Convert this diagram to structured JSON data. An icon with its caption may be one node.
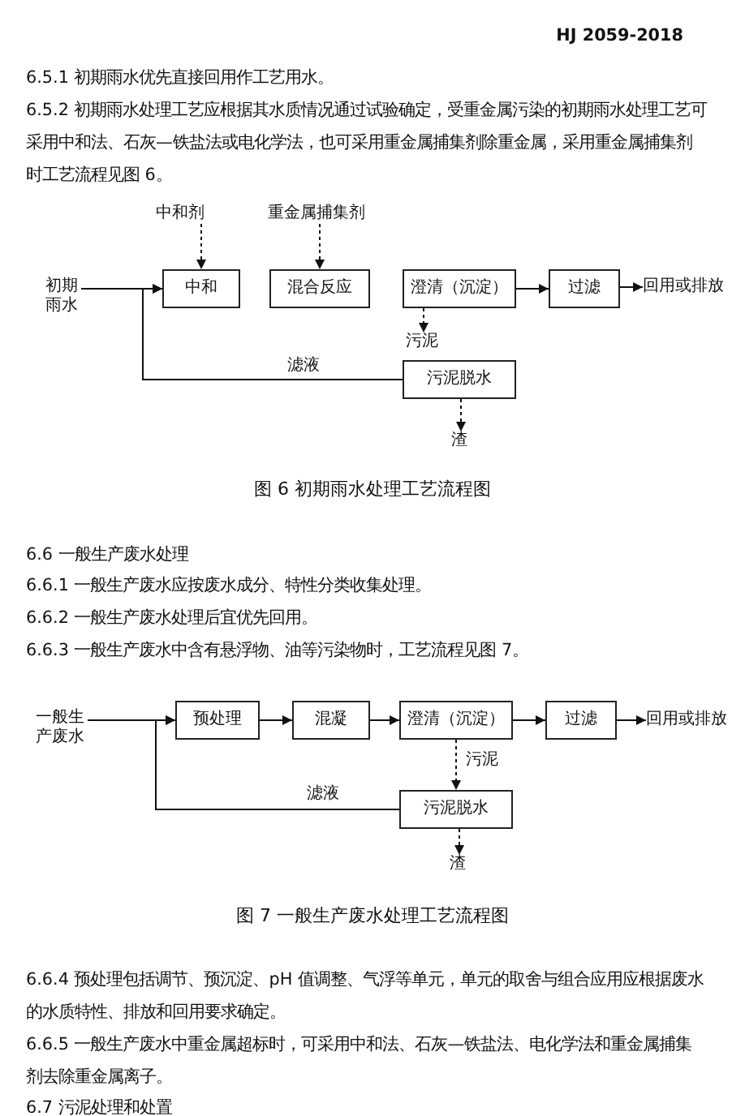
{
  "diagram": {
    "nodes": [
      {
        "text": [
          "初期雨水"
        ]
      },
      {
        "text": [
          "中和剂"
        ]
      },
      {
        "text": [
          "重金属捕集剂"
        ]
      },
      {
        "text": [
          "中和"
        ]
      },
      {
        "text": [
          "混合反应"
        ]
      },
      {
        "text": [
          "澄清（沉淀）"
        ]
      },
      {
        "text": [
          "过滤"
        ]
      },
      {
        "text": [
          "回用或排放"
        ]
      },
      {
        "text": [
          "污泥"
        ]
      },
      {
        "text": [
          "污泥脱水"
        ]
      },
      {
        "text": [
          "渣"
        ]
      },
      {
        "text": [
          "一般生产废水"
        ]
      },
      {
        "text": [
          "预处理"
        ]
      },
      {
        "text": [
          "混凝"
        ]
      },
      {
        "text": [
          "澄清（沉淀）"
        ]
      },
      {
        "text": [
          "过滤"
        ]
      },
      {
        "text": [
          "回用或排放"
        ]
      },
      {
        "text": [
          "污泥脱水"
        ]
      },
      {
        "text": [
          "渣"
        ]
      }
    ],
    "edges": [
      {
        "from": 0,
        "to": 3,
        "arrow": "to"
      },
      {
        "from": 1,
        "to": 3,
        "arrow": "to",
        "style": "dashed"
      },
      {
        "from": 2,
        "to": 4,
        "arrow": "to",
        "style": "dashed"
      },
      {
        "from": 5,
        "to": 6,
        "arrow": "to"
      },
      {
        "from": 6,
        "to": 7,
        "arrow": "to"
      },
      {
        "from": 5,
        "to": 8,
        "arrow": "to",
        "style": "dashed"
      },
      {
        "from": 9,
        "to": 3,
        "arrow": "to",
        "label": "滤液"
      },
      {
        "from": 9,
        "to": 10,
        "arrow": "to",
        "style": "dashed"
      },
      {
        "from": 11,
        "to": 12,
        "arrow": "to"
      },
      {
        "from": 12,
        "to": 13,
        "arrow": "to"
      },
      {
        "from": 13,
        "to": 14,
        "arrow": "to"
      },
      {
        "from": 14,
        "to": 15,
        "arrow": "to"
      },
      {
        "from": 15,
        "to": 16,
        "arrow": "to"
      },
      {
        "from": 14,
        "to": 17,
        "arrow": "to",
        "style": "dashed",
        "label": "污泥"
      },
      {
        "from": 17,
        "to": 12,
        "arrow": "to",
        "label": "滤液"
      },
      {
        "from": 17,
        "to": 18,
        "arrow": "to",
        "style": "dashed"
      }
    ],
    "labels": [
      "HJ 2059-2018",
      "6.5.1 初期雨水优先直接回用作工艺用水。",
      "6.5.2 初期雨水处理工艺应根据其水质情况通过试验确定，受重金属污染的初期雨水处理工艺可采用中和法、石灰—铁盐法或电化学法，也可采用重金属捕集剂除重金属，采用重金属捕集剂时工艺流程见图 6。",
      "图 6 初期雨水处理工艺流程图",
      "6.6 一般生产废水处理",
      "6.6.1 一般生产废水应按废水成分、特性分类收集处理。",
      "6.6.2 一般生产废水处理后宜优先回用。",
      "6.6.3 一般生产废水中含有悬浮物、油等污染物时，工艺流程见图 7。",
      "图 7 一般生产废水处理工艺流程图",
      "6.6.4 预处理包括调节、预沉淀、pH 值调整、气浮等单元，单元的取舍与组合应用应根据废水的水质特性、排放和回用要求确定。",
      "6.6.5 一般生产废水中重金属超标时，可采用中和法、石灰—铁盐法、电化学法和重金属捕集剂去除重金属离子。",
      "6.7 污泥处理和处置"
    ]
  }
}
